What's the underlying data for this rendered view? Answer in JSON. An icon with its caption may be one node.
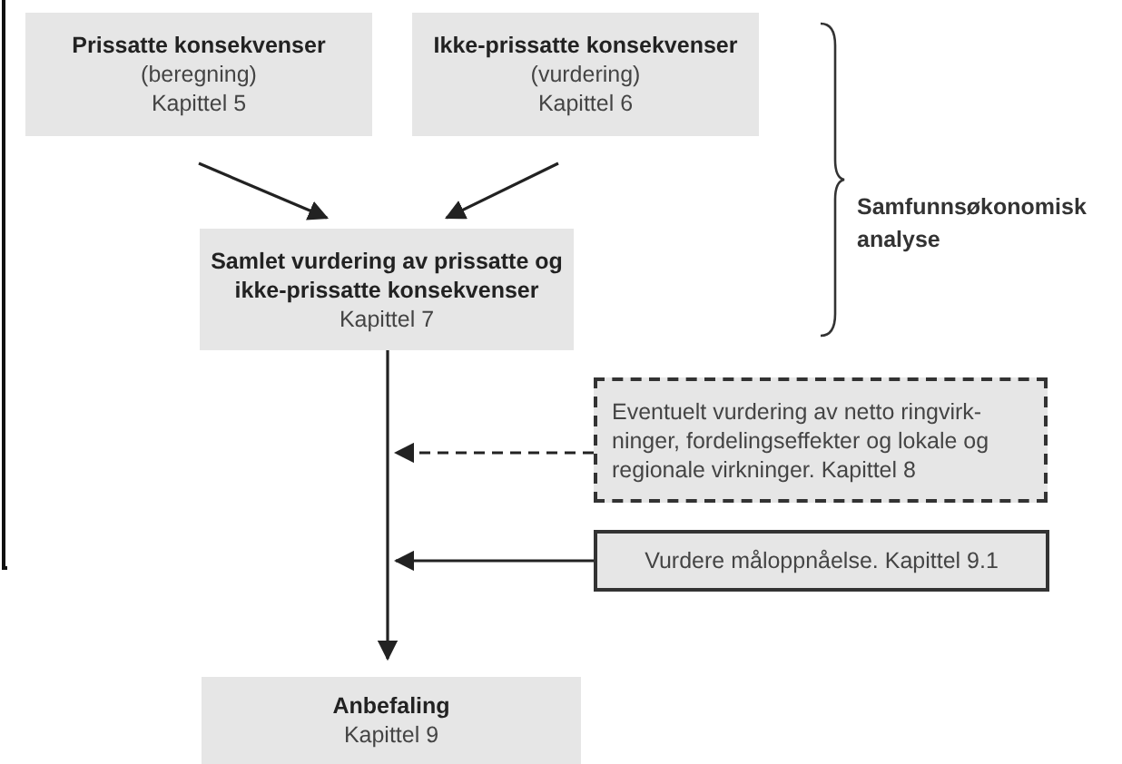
{
  "diagram": {
    "nodes": [
      {
        "text": [
          "Prissatte konsekvenser",
          "(beregning)",
          "Kapittel 5"
        ]
      },
      {
        "text": [
          "Ikke-prissatte konsekvenser",
          "(vurdering)",
          "Kapittel 6"
        ]
      },
      {
        "text": [
          "Samlet vurdering av prissatte og ikke-prissatte konsekvenser",
          "Kapittel 7"
        ]
      },
      {
        "text": [
          "Eventuelt vurdering av netto ringvirk-ninger, fordelingseffekter og lokale og regionale virkninger. Kapittel 8"
        ]
      },
      {
        "text": [
          "Vurdere måloppnåelse. Kapittel 9.1"
        ]
      },
      {
        "text": [
          "Anbefaling",
          "Kapittel 9"
        ]
      }
    ],
    "edges": [
      {
        "from": 0,
        "to": 2,
        "arrow": "to"
      },
      {
        "from": 1,
        "to": 2,
        "arrow": "to"
      },
      {
        "from": 2,
        "to": 5,
        "arrow": "to"
      },
      {
        "from": 3,
        "to": null,
        "arrow": "to",
        "style": "dashed"
      },
      {
        "from": 4,
        "to": null,
        "arrow": "to"
      }
    ],
    "labels": [
      "Samfunnsøkonomisk analyse"
    ]
  }
}
